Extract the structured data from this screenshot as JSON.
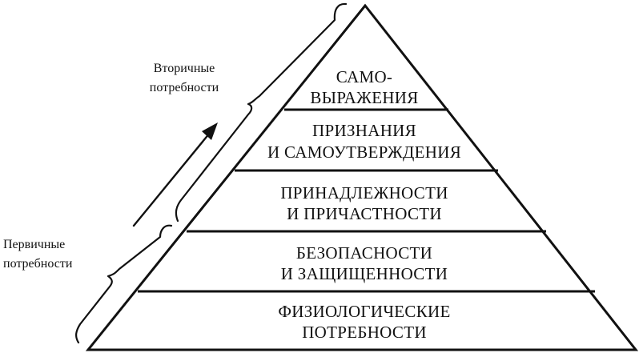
{
  "colors": {
    "ink": "#111111",
    "background": "#ffffff"
  },
  "pyramid": {
    "levels": [
      {
        "lines": [
          "САМО-",
          "ВЫРАЖЕНИЯ"
        ]
      },
      {
        "lines": [
          "ПРИЗНАНИЯ",
          "И САМОУТВЕРЖДЕНИЯ"
        ]
      },
      {
        "lines": [
          "ПРИНАДЛЕЖНОСТИ",
          "И ПРИЧАСТНОСТИ"
        ]
      },
      {
        "lines": [
          "БЕЗОПАСНОСТИ",
          "И ЗАЩИЩЕННОСТИ"
        ]
      },
      {
        "lines": [
          "ФИЗИОЛОГИЧЕСКИЕ",
          "ПОТРЕБНОСТИ"
        ]
      }
    ]
  },
  "labels": {
    "secondary": [
      "Вторичные",
      "потребности"
    ],
    "primary": [
      "Первичные",
      "потребности"
    ]
  }
}
